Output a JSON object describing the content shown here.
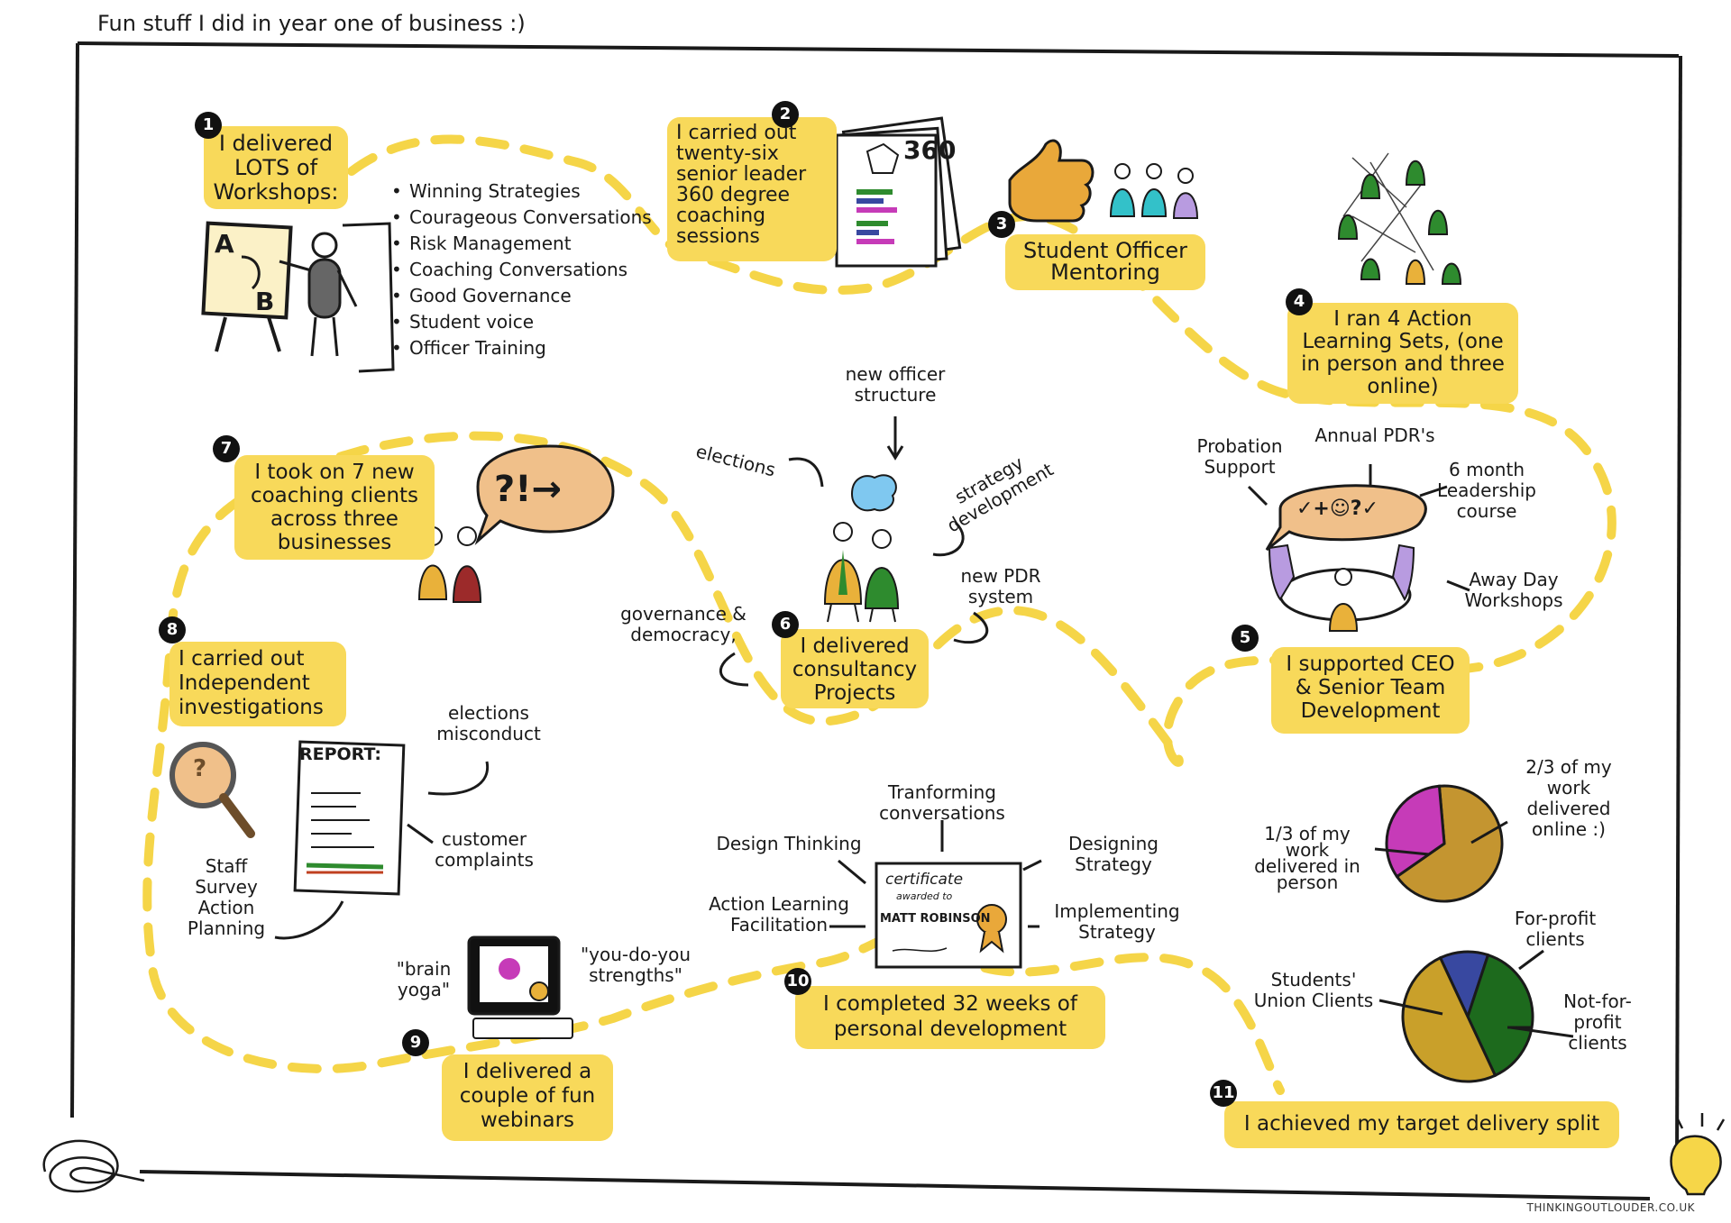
{
  "title": "Fun stuff I did in year one of business :)",
  "items": [
    {
      "num": "1",
      "text": "I delivered LOTS of Workshops:"
    },
    {
      "num": "2",
      "text": "I carried out twenty-six senior leader 360 degree coaching sessions"
    },
    {
      "num": "3",
      "text": "Student Officer Mentoring"
    },
    {
      "num": "4",
      "text": "I ran 4 Action Learning Sets, (one in person and three online)"
    },
    {
      "num": "5",
      "text": "I supported CEO & Senior Team Development"
    },
    {
      "num": "6",
      "text": "I delivered consultancy Projects"
    },
    {
      "num": "7",
      "text": "I took on 7 new coaching clients across three businesses"
    },
    {
      "num": "8",
      "text": "I carried out Independent investigations"
    },
    {
      "num": "9",
      "text": "I delivered a couple of fun webinars"
    },
    {
      "num": "10",
      "text": "I completed 32 weeks of personal development"
    },
    {
      "num": "11",
      "text": "I achieved my target delivery split"
    }
  ],
  "workshops": [
    "Winning Strategies",
    "Courageous Conversations",
    "Risk Management",
    "Coaching Conversations",
    "Good Governance",
    "Student voice",
    "Officer Training"
  ],
  "board": {
    "a": "A",
    "b": "B"
  },
  "report_360": "360",
  "consultancy": [
    "new officer structure",
    "elections",
    "strategy development",
    "new PDR system",
    "governance & democracy,"
  ],
  "ceo": [
    "Probation Support",
    "Annual PDR's",
    "6 month Leadership course",
    "Away Day Workshops"
  ],
  "ceo_bubble": "✓+☺?✓",
  "investigations": [
    "elections misconduct",
    "customer complaints",
    "Staff Survey Action Planning"
  ],
  "report_title": "REPORT:",
  "webinars": [
    "\"brain yoga\"",
    "\"you-do-you strengths\""
  ],
  "personal_dev": [
    "Tranforming conversations",
    "Design Thinking",
    "Designing Strategy",
    "Action Learning Facilitation",
    "Implementing Strategy"
  ],
  "certificate": {
    "title": "certificate",
    "sub": "awarded to",
    "name": "MATT ROBINSON"
  },
  "pie_delivery": {
    "labels": [
      "2/3 of my work delivered online :)",
      "1/3 of my work delivered in person"
    ],
    "fractions": [
      0.667,
      0.333
    ],
    "colors": [
      "#c49530",
      "#c63bb8"
    ]
  },
  "pie_clients": {
    "labels": [
      "For-profit clients",
      "Students' Union Clients",
      "Not-for-profit clients"
    ],
    "fractions": [
      0.12,
      0.38,
      0.5
    ],
    "colors": [
      "#3848a0",
      "#1d6a1d",
      "#c9a02a"
    ]
  },
  "brand": "THINKINGOUTLOUDER.CO.UK",
  "colors": {
    "highlight": "#f8d95a",
    "path": "#f5d548",
    "green": "#2e8b2e",
    "teal": "#33c1c9",
    "lilac": "#b89be0"
  }
}
